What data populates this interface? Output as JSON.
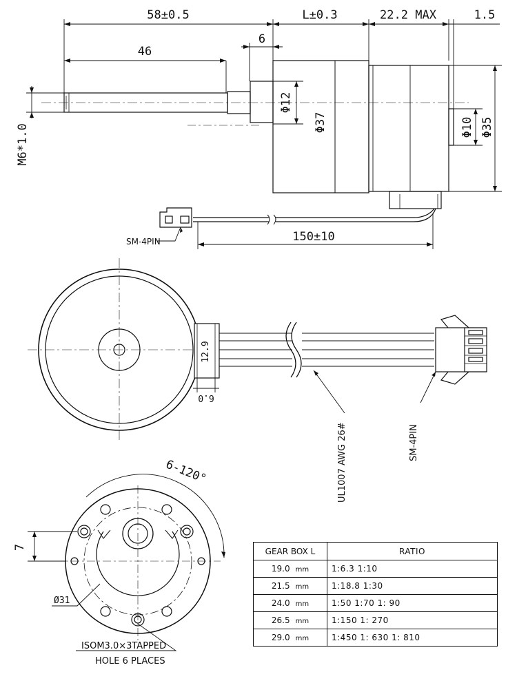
{
  "side_view": {
    "dim_overall": "58±0.5",
    "dim_body": "L±0.3",
    "dim_motor": "22.2 MAX",
    "dim_end": "1.5",
    "dim_shaft": "46",
    "dim_boss_len": "6",
    "dim_boss_dia": "Φ12",
    "dim_gear_dia": "Φ37",
    "dim_cap_dia": "Φ10",
    "dim_motor_dia": "Φ35",
    "dim_thread": "M6*1.0",
    "dim_cable": "150±10",
    "connector_label": "SM-4PIN"
  },
  "end_view": {
    "dim_boss_height": "12.9",
    "dim_boss_width": "6.0",
    "wire_label": "UL1007 AWG 26#",
    "connector_label": "SM-4PIN"
  },
  "front_view": {
    "dim_angle": "6-120°",
    "dim_offset": "7",
    "dim_pcd": "Ø31",
    "hole_note_1": "ISOM3.0×3TAPPED",
    "hole_note_2": "HOLE 6 PLACES"
  },
  "table": {
    "headers": [
      "GEAR BOX L",
      "RATIO"
    ],
    "unit": "mm",
    "rows": [
      {
        "l": "19.0",
        "ratio": "1:6.3   1:10"
      },
      {
        "l": "21.5",
        "ratio": "1:18.8   1:30"
      },
      {
        "l": "24.0",
        "ratio": "1:50   1:70   1: 90"
      },
      {
        "l": "26.5",
        "ratio": "1:150   1: 270"
      },
      {
        "l": "29.0",
        "ratio": "1:450   1: 630   1: 810"
      }
    ]
  }
}
